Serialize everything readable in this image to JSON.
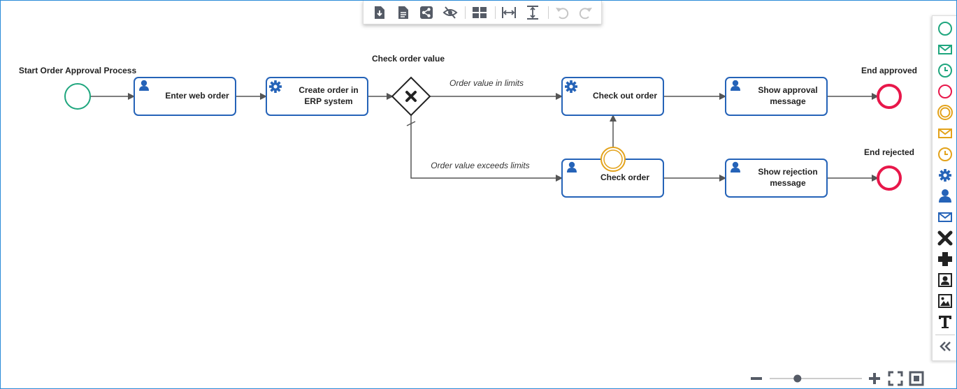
{
  "diagram": {
    "start_event": "Start Order Approval Process",
    "task_enter_web_order": "Enter web order",
    "task_create_order_l1": "Create order in",
    "task_create_order_l2": "ERP system",
    "gateway": "Check order value",
    "flow_in_limits": "Order value in limits",
    "flow_exceeds": "Order value exceeds limits",
    "task_check_out_order": "Check out order",
    "task_check_order": "Check order",
    "task_show_approval_l1": "Show approval",
    "task_show_approval_l2": "message",
    "task_show_rejection_l1": "Show rejection",
    "task_show_rejection_l2": "message",
    "end_approved": "End approved",
    "end_rejected": "End rejected"
  },
  "toolbar": {
    "items": [
      "download-icon",
      "document-icon",
      "share-icon",
      "hide-icon",
      "layout-icon",
      "fit-width-icon",
      "fit-height-icon",
      "undo-icon",
      "redo-icon"
    ]
  },
  "palette": {
    "items": [
      "start-event-icon",
      "message-start-event-icon",
      "timer-start-event-icon",
      "end-event-icon",
      "intermediate-event-icon",
      "message-intermediate-event-icon",
      "timer-intermediate-event-icon",
      "service-task-icon",
      "user-task-icon",
      "message-task-icon",
      "exclusive-gateway-icon",
      "parallel-gateway-icon",
      "contact-card-icon",
      "image-icon",
      "text-icon",
      "collapse-icon"
    ]
  },
  "colors": {
    "frame": "#2a8bd8",
    "task_border": "#2563b8",
    "task_icon": "#2563b8",
    "start_event": "#1fa67e",
    "end_event": "#e8174a",
    "boundary_event": "#e3a21a",
    "flow": "#555555",
    "toolbar_icon": "#555b66"
  },
  "zoom": {
    "level": 0.15
  }
}
